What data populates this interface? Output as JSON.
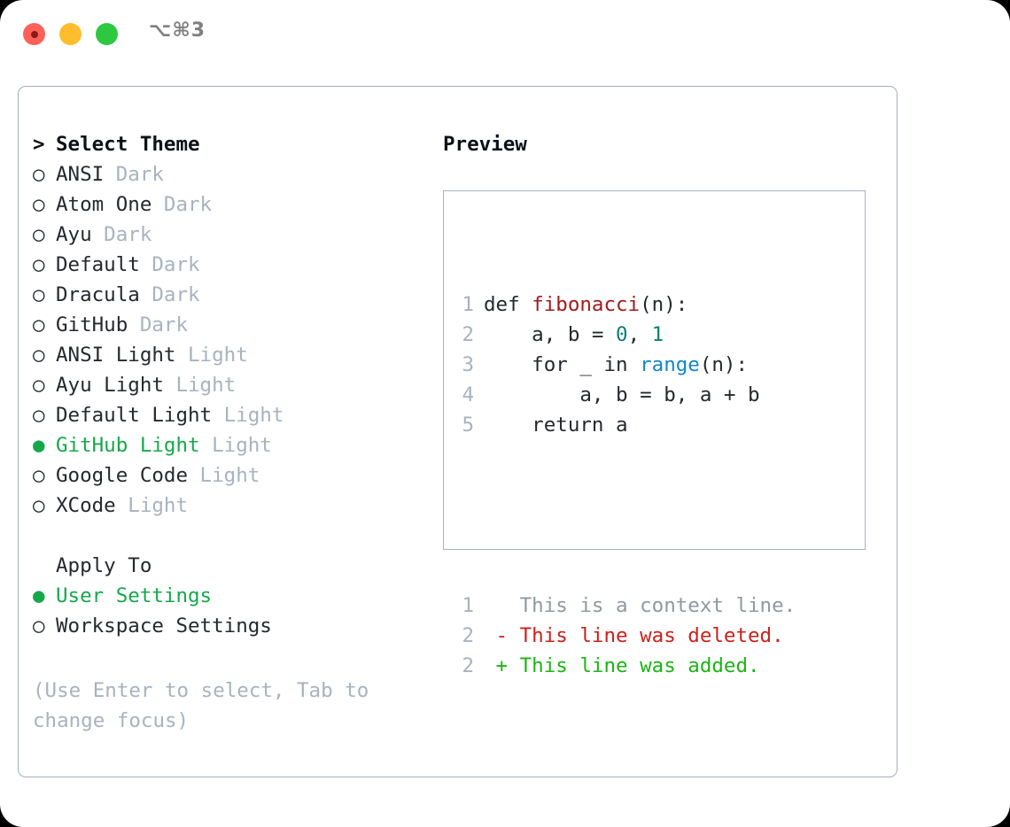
{
  "titlebar": {
    "shortcut": "⌥⌘3",
    "buttons": [
      "close",
      "minimize",
      "zoom"
    ]
  },
  "theme_picker": {
    "heading": "Select Theme",
    "heading_marker": ">",
    "marker_selected": "●",
    "marker_unselected": "○",
    "items": [
      {
        "label": "ANSI",
        "tag": "Dark",
        "selected": false
      },
      {
        "label": "Atom One",
        "tag": "Dark",
        "selected": false
      },
      {
        "label": "Ayu",
        "tag": "Dark",
        "selected": false
      },
      {
        "label": "Default",
        "tag": "Dark",
        "selected": false
      },
      {
        "label": "Dracula",
        "tag": "Dark",
        "selected": false
      },
      {
        "label": "GitHub",
        "tag": "Dark",
        "selected": false
      },
      {
        "label": "ANSI Light",
        "tag": "Light",
        "selected": false
      },
      {
        "label": "Ayu Light",
        "tag": "Light",
        "selected": false
      },
      {
        "label": "Default Light",
        "tag": "Light",
        "selected": false
      },
      {
        "label": "GitHub Light",
        "tag": "Light",
        "selected": true
      },
      {
        "label": "Google Code",
        "tag": "Light",
        "selected": false
      },
      {
        "label": "XCode",
        "tag": "Light",
        "selected": false
      }
    ]
  },
  "apply_to": {
    "heading": "Apply To",
    "items": [
      {
        "label": "User Settings",
        "selected": true
      },
      {
        "label": "Workspace Settings",
        "selected": false
      }
    ]
  },
  "hint": "(Use Enter to select, Tab to change focus)",
  "preview": {
    "title": "Preview",
    "code_lines": [
      {
        "no": "1",
        "tokens": [
          {
            "t": "def ",
            "c": "plain"
          },
          {
            "t": "fibonacci",
            "c": "fn"
          },
          {
            "t": "(n):",
            "c": "plain"
          }
        ]
      },
      {
        "no": "2",
        "tokens": [
          {
            "t": "    a, b = ",
            "c": "plain"
          },
          {
            "t": "0",
            "c": "num"
          },
          {
            "t": ", ",
            "c": "plain"
          },
          {
            "t": "1",
            "c": "num"
          }
        ]
      },
      {
        "no": "3",
        "tokens": [
          {
            "t": "    for _ in ",
            "c": "plain"
          },
          {
            "t": "range",
            "c": "call"
          },
          {
            "t": "(n):",
            "c": "plain"
          }
        ]
      },
      {
        "no": "4",
        "tokens": [
          {
            "t": "        a, b = b, a + b",
            "c": "plain"
          }
        ]
      },
      {
        "no": "5",
        "tokens": [
          {
            "t": "    return a",
            "c": "plain"
          }
        ]
      }
    ],
    "diff_lines": [
      {
        "no": "1",
        "tokens": [
          {
            "t": "   This is a context line.",
            "c": "ctx"
          }
        ]
      },
      {
        "no": "2",
        "tokens": [
          {
            "t": " - This line was deleted.",
            "c": "del"
          }
        ]
      },
      {
        "no": "2",
        "tokens": [
          {
            "t": " + This line was added.",
            "c": "add"
          }
        ]
      }
    ]
  },
  "colors": {
    "selected_green": "#15a84a",
    "muted": "#a9b2bf",
    "border": "#a7b0bd",
    "fn_red": "#a11b1b",
    "number_teal": "#0d7d74",
    "call_blue": "#1287c6",
    "diff_deleted": "#c8221c",
    "diff_added": "#1cb515"
  }
}
